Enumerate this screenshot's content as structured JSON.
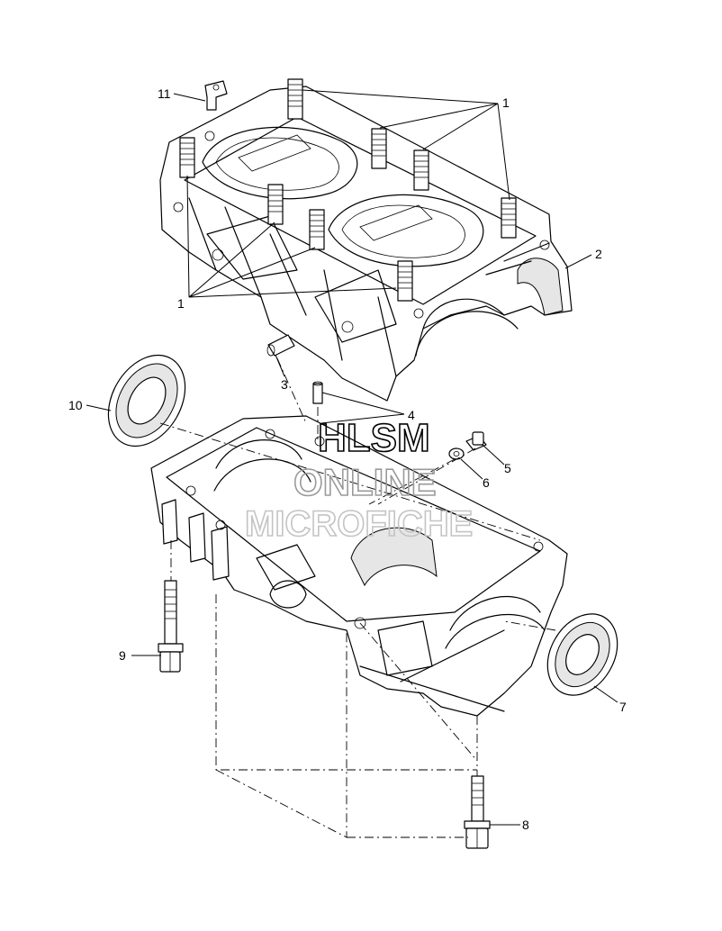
{
  "callouts": {
    "c1a": "1",
    "c1b": "1",
    "c2": "2",
    "c3": "3",
    "c4": "4",
    "c5": "5",
    "c6": "6",
    "c7": "7",
    "c8": "8",
    "c9": "9",
    "c10": "10",
    "c11": "11"
  },
  "watermark": {
    "line1": "HLSM",
    "line2": "ONLINE",
    "line3": "MICROFICHE"
  },
  "colors": {
    "line": "#000000",
    "background": "#ffffff",
    "watermark": "#bdbdbd"
  }
}
